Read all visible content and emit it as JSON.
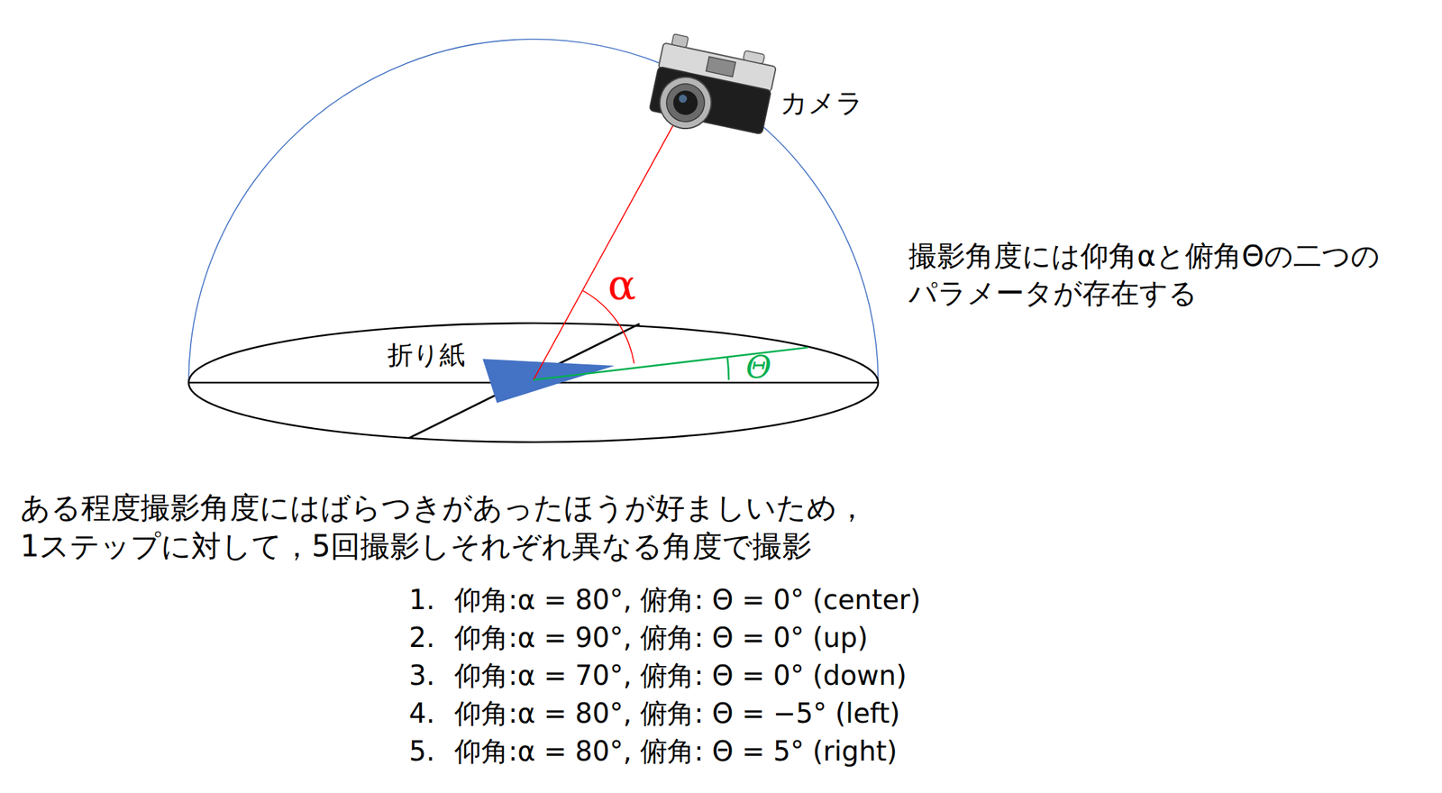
{
  "diagram": {
    "labels": [
      "カメラ",
      "α",
      "折り紙",
      "Θ",
      "撮影角度には仰角αと俯角Θの二つの パラメータが存在する",
      "ある程度撮影角度にはばらつきがあったほうが好ましいため， 1ステップに対して，5回撮影しそれぞれ異なる角度で撮影",
      "1.",
      "仰角:α = 80°, 俯角: Θ = 0° (center)",
      "2.",
      "仰角:α = 90°, 俯角: Θ = 0° (up)",
      "3.",
      "仰角:α = 70°, 俯角: Θ = 0° (down)",
      "4.",
      "仰角:α = 80°, 俯角: Θ = −5° (left)",
      "5.",
      "仰角:α = 80°, 俯角: Θ = 5° (right)"
    ]
  }
}
